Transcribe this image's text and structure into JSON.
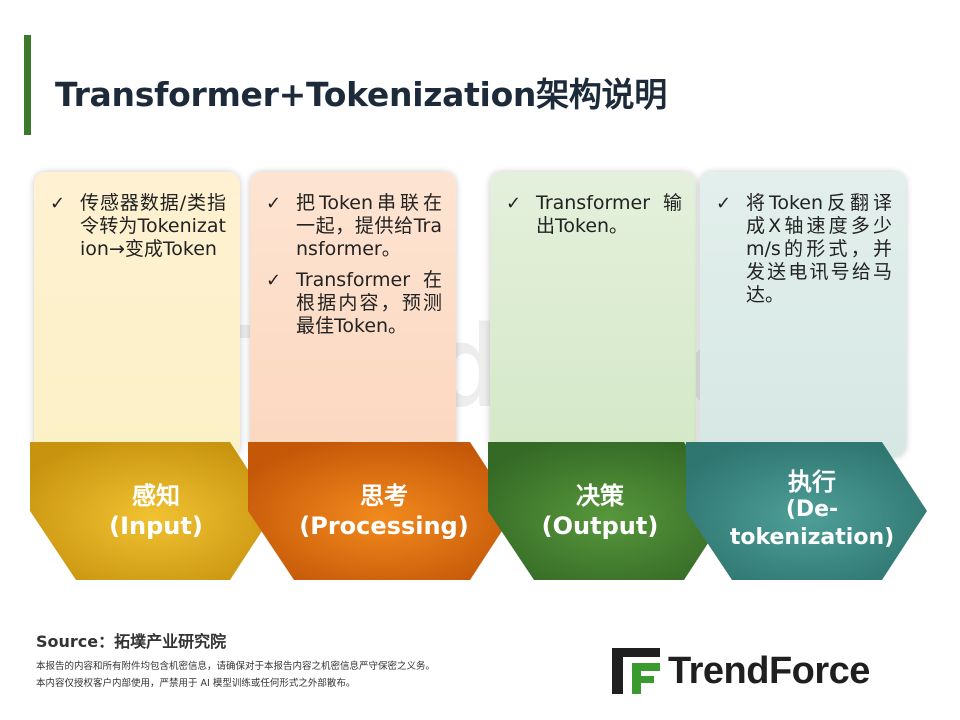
{
  "title": "Transformer+Tokenization架构说明",
  "watermark": "TrendForce",
  "cards": [
    {
      "items": [
        "传感器数据/类指令转为Tokenization→变成Token"
      ]
    },
    {
      "items": [
        "把Token串联在一起，提供给Transformer。",
        "Transformer在根据内容，预测最佳Token。"
      ]
    },
    {
      "items": [
        "Transformer输出Token。"
      ]
    },
    {
      "items": [
        "将Token反翻译成X轴速度多少m/s的形式，并发送电讯号给马达。"
      ]
    }
  ],
  "steps": [
    {
      "name": "感知",
      "sub": "(Input)"
    },
    {
      "name": "思考",
      "sub": "(Processing)"
    },
    {
      "name": "决策",
      "sub": "(Output)"
    },
    {
      "name": "执行",
      "sub1": "(De-",
      "sub2": "tokenization)"
    }
  ],
  "colors": {
    "step1": "#d8a617",
    "step2": "#dd6a10",
    "step3": "#3f7d2f",
    "step4": "#3d8a84",
    "accent": "#3b7a2a"
  },
  "source": "Source：拓墣产业研究院",
  "disclaimer": [
    "本报告的内容和所有附件均包含机密信息，请确保对于本报告内容之机密信息严守保密之义务。",
    "本内容仅授权客户内部使用，严禁用于 AI 模型训练或任何形式之外部散布。"
  ],
  "logo": "TrendForce"
}
